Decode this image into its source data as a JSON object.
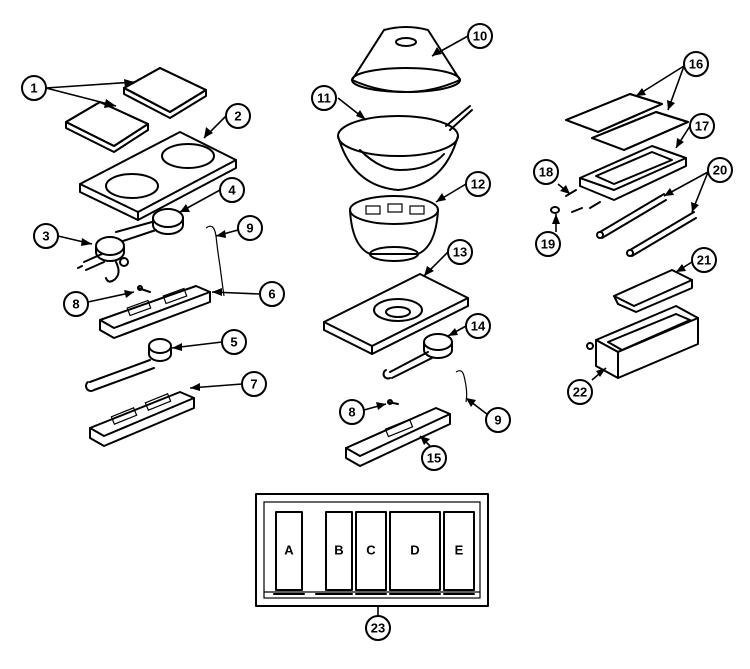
{
  "callouts": {
    "c1": "1",
    "c2": "2",
    "c3": "3",
    "c4": "4",
    "c5": "5",
    "c6": "6",
    "c7": "7",
    "c8a": "8",
    "c8b": "8",
    "c9a": "9",
    "c9b": "9",
    "c10": "10",
    "c11": "11",
    "c12": "12",
    "c13": "13",
    "c14": "14",
    "c15": "15",
    "c16": "16",
    "c17": "17",
    "c18": "18",
    "c19": "19",
    "c20": "20",
    "c21": "21",
    "c22": "22",
    "c23": "23"
  },
  "modules": [
    "A",
    "B",
    "C",
    "D",
    "E"
  ]
}
